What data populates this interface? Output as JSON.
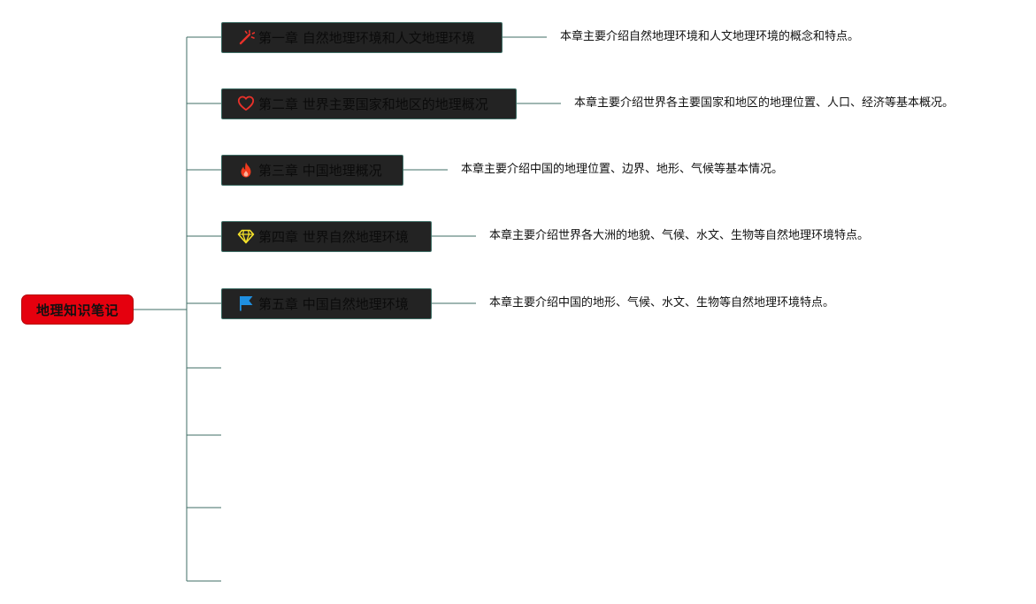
{
  "root": {
    "label": "地理知识笔记",
    "color": "#e5000e"
  },
  "chapters": [
    {
      "title": "第一章 自然地理环境和人文地理环境",
      "icon": "magic-wand-icon",
      "icon_color": "#e8312a",
      "description": "本章主要介绍自然地理环境和人文地理环境的概念和特点。"
    },
    {
      "title": "第二章 世界主要国家和地区的地理概况",
      "icon": "heart-icon",
      "icon_color": "#e8312a",
      "description": "本章主要介绍世界各主要国家和地区的地理位置、人口、经济等基本概况。"
    },
    {
      "title": "第三章 中国地理概况",
      "icon": "flame-icon",
      "icon_color": "#f23a1d",
      "description": "本章主要介绍中国的地理位置、边界、地形、气候等基本情况。"
    },
    {
      "title": "第四章 世界自然地理环境",
      "icon": "diamond-icon",
      "icon_color": "#f5e22a",
      "description": "本章主要介绍世界各大洲的地貌、气候、水文、生物等自然地理环境特点。"
    },
    {
      "title": "第五章 中国自然地理环境",
      "icon": "flag-icon",
      "icon_color": "#1f8fe0",
      "description": "本章主要介绍中国的地形、气候、水文、生物等自然地理环境特点。"
    }
  ],
  "connector_color": "#3f6e66",
  "chapter_fill": "#232323"
}
